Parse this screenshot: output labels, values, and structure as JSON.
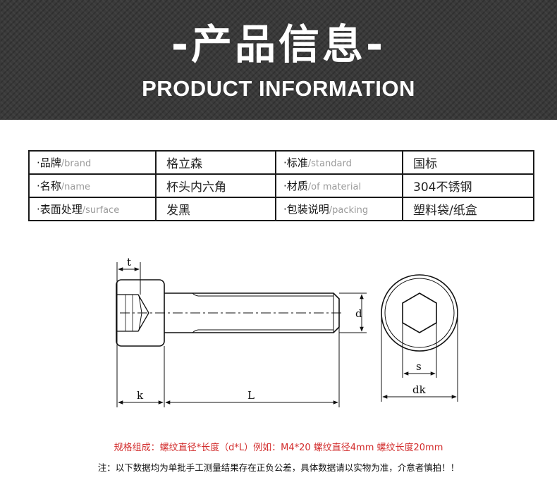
{
  "header": {
    "title": "-产品信息-",
    "subtitle": "PRODUCT INFORMATION"
  },
  "spec_table": {
    "rows": [
      [
        {
          "label": "·品牌",
          "label_en": "/brand",
          "value": "格立森"
        },
        {
          "label": "·标准",
          "label_en": "/standard",
          "value": "国标"
        }
      ],
      [
        {
          "label": "·名称",
          "label_en": "/name",
          "value": "杯头内六角"
        },
        {
          "label": "·材质",
          "label_en": "/of material",
          "value": "304不锈钢"
        }
      ],
      [
        {
          "label": "·表面处理",
          "label_en": "/surface",
          "value": "发黑"
        },
        {
          "label": "·包装说明",
          "label_en": "/packing",
          "value": "塑料袋/纸盒"
        }
      ]
    ]
  },
  "drawing": {
    "labels": {
      "t": "t",
      "d": "d",
      "k": "k",
      "L": "L",
      "s": "s",
      "dk": "dk"
    }
  },
  "notes": {
    "spec_note": "规格组成：螺纹直径*长度（d*L）例如：M4*20 螺纹直径4mm 螺纹长度20mm",
    "disclaimer": "注：以下数据均为单批手工测量结果存在正负公差，具体数据请以实物为准，介意者慎拍！！"
  },
  "colors": {
    "banner_bg": "#3a3a3a",
    "note_red": "#d22b2b",
    "table_border": "#1a1a1a",
    "english_label": "#9a9a9a"
  }
}
